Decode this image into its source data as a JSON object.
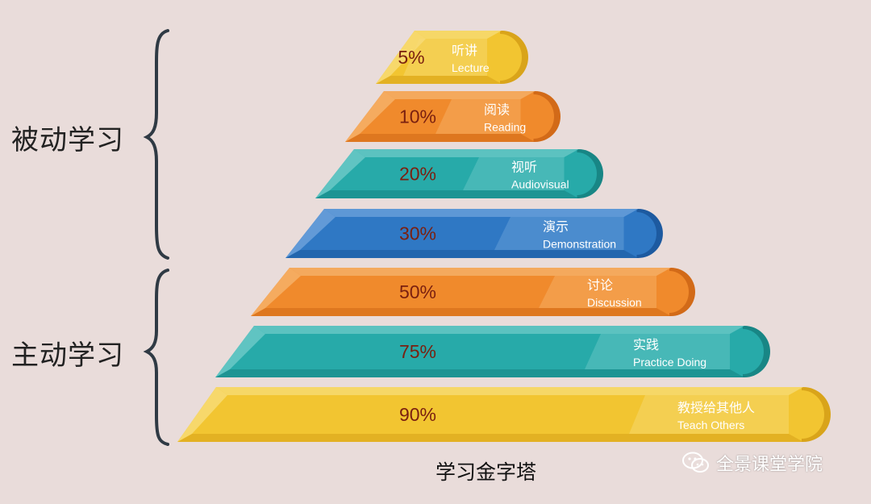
{
  "groups": {
    "passive": "被动学习",
    "active": "主动学习"
  },
  "caption": "学习金字塔",
  "watermark": {
    "text": "全景课堂学院",
    "icon": "wechat-icon"
  },
  "levels": [
    {
      "pct": "5%",
      "cn": "听讲",
      "en": "Lecture",
      "color": "#f2c531",
      "dark": "#d9a41a",
      "light": "#f7dc7a"
    },
    {
      "pct": "10%",
      "cn": "阅读",
      "en": "Reading",
      "color": "#f08a2c",
      "dark": "#d26a18",
      "light": "#f6b36d"
    },
    {
      "pct": "20%",
      "cn": "视听",
      "en": "Audiovisual",
      "color": "#27aaa9",
      "dark": "#188685",
      "light": "#6fcac8"
    },
    {
      "pct": "30%",
      "cn": "演示",
      "en": "Demonstration",
      "color": "#2f78c4",
      "dark": "#1d5aa0",
      "light": "#6fa3dc"
    },
    {
      "pct": "50%",
      "cn": "讨论",
      "en": "Discussion",
      "color": "#f08a2c",
      "dark": "#d26a18",
      "light": "#f6b36d"
    },
    {
      "pct": "75%",
      "cn": "实践",
      "en": "Practice Doing",
      "color": "#27aaa9",
      "dark": "#188685",
      "light": "#6fcac8"
    },
    {
      "pct": "90%",
      "cn": "教授给其他人",
      "en": "Teach Others",
      "color": "#f2c531",
      "dark": "#d9a41a",
      "light": "#f7dc7a"
    }
  ]
}
